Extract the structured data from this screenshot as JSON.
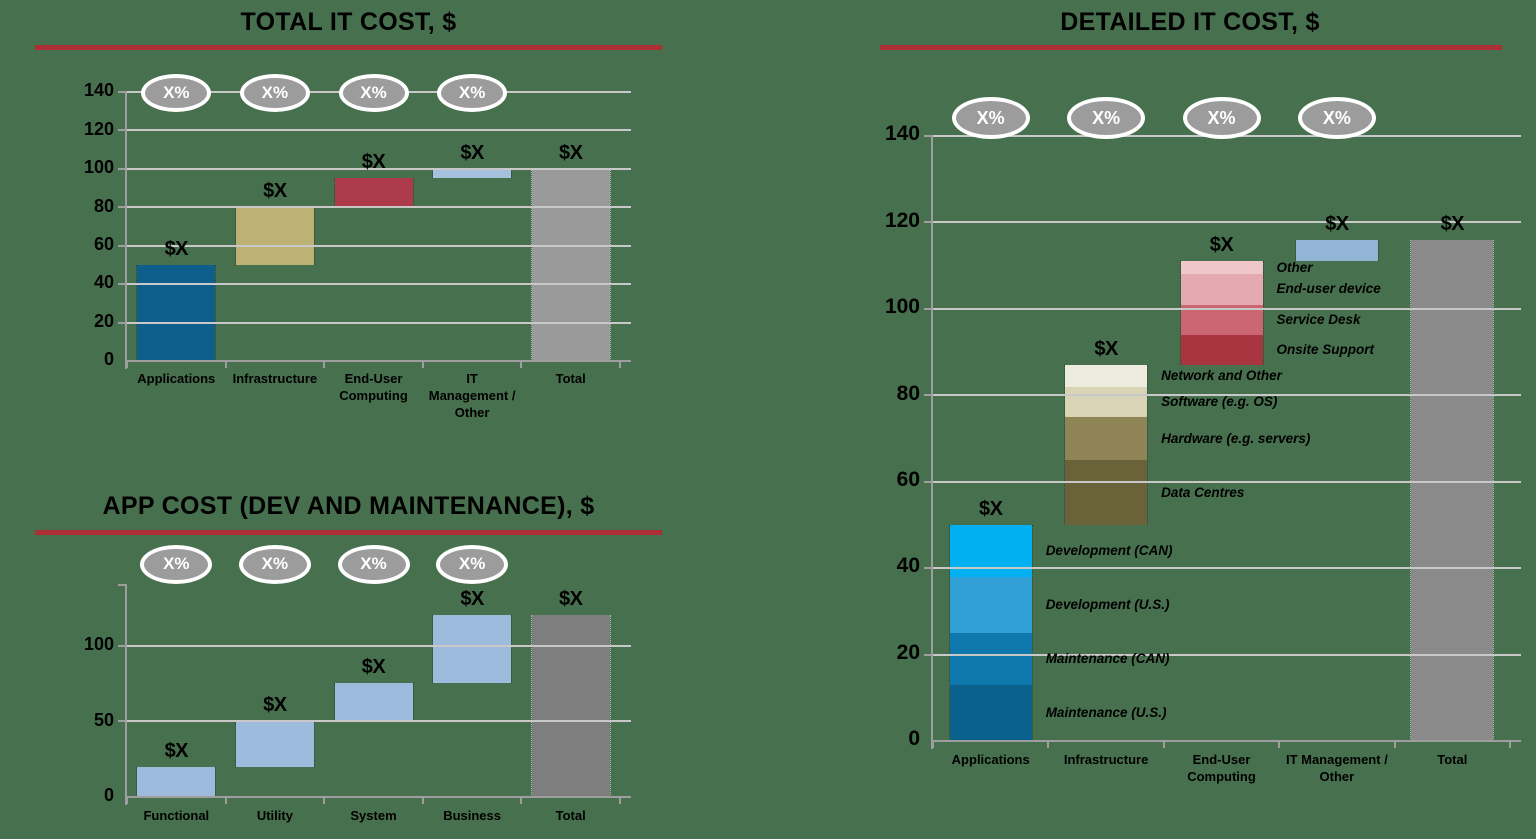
{
  "background_color": "#47704E",
  "accent_rule_color": "#AC2F36",
  "chart_style": {
    "gridline_color": "#C8C8C8",
    "axis_color": "#9E9E9E",
    "text_color": "#000000",
    "oval_fill": "#9C9C9C",
    "oval_border": "#FFFFFF",
    "oval_text_color": "#FFFFFF"
  },
  "chart_data": [
    {
      "type": "bar",
      "subtype": "waterfall",
      "title": "TOTAL IT COST, $",
      "ylim": [
        0,
        140
      ],
      "yticks": [
        0,
        20,
        40,
        60,
        80,
        100,
        120,
        140
      ],
      "grid": true,
      "legend": "none",
      "categories": [
        {
          "label": "Applications",
          "pct_oval": "X%",
          "value_label": "$X",
          "segments": [
            {
              "from": 0,
              "to": 50,
              "color": "#0E5E8C"
            }
          ]
        },
        {
          "label": "Infrastructure",
          "pct_oval": "X%",
          "value_label": "$X",
          "segments": [
            {
              "from": 50,
              "to": 80,
              "color": "#BDB273"
            }
          ]
        },
        {
          "label": "End-User\nComputing",
          "pct_oval": "X%",
          "value_label": "$X",
          "segments": [
            {
              "from": 80,
              "to": 95,
              "color": "#AE3B49"
            }
          ]
        },
        {
          "label": "IT\nManagement /\nOther",
          "pct_oval": "X%",
          "value_label": "$X",
          "segments": [
            {
              "from": 95,
              "to": 100,
              "color": "#A6C1DE"
            }
          ]
        },
        {
          "label": "Total",
          "is_total": true,
          "pct_oval": null,
          "value_label": "$X",
          "segments": [
            {
              "from": 0,
              "to": 100,
              "color": "#9A9A9A"
            }
          ]
        }
      ]
    },
    {
      "type": "bar",
      "subtype": "waterfall",
      "title": "APP COST (DEV AND MAINTENANCE), $",
      "ylim": [
        0,
        140
      ],
      "yticks": [
        0,
        50,
        100
      ],
      "grid": true,
      "legend": "none",
      "categories": [
        {
          "label": "Functional",
          "pct_oval": "X%",
          "value_label": "$X",
          "segments": [
            {
              "from": 0,
              "to": 20,
              "color": "#9DBBDC"
            }
          ]
        },
        {
          "label": "Utility",
          "pct_oval": "X%",
          "value_label": "$X",
          "segments": [
            {
              "from": 20,
              "to": 50,
              "color": "#9DBBDC"
            }
          ]
        },
        {
          "label": "System",
          "pct_oval": "X%",
          "value_label": "$X",
          "segments": [
            {
              "from": 50,
              "to": 75,
              "color": "#9DBBDC"
            }
          ]
        },
        {
          "label": "Business",
          "pct_oval": "X%",
          "value_label": "$X",
          "segments": [
            {
              "from": 75,
              "to": 120,
              "color": "#9DBBDC"
            }
          ]
        },
        {
          "label": "Total",
          "is_total": true,
          "pct_oval": null,
          "value_label": "$X",
          "segments": [
            {
              "from": 0,
              "to": 120,
              "color": "#7E7E7E"
            }
          ]
        }
      ]
    },
    {
      "type": "bar",
      "subtype": "stacked-waterfall",
      "title": "DETAILED IT COST, $",
      "ylim": [
        0,
        140
      ],
      "yticks": [
        0,
        20,
        40,
        60,
        80,
        100,
        120,
        140
      ],
      "grid": true,
      "legend": "segment labels right of each stack",
      "categories": [
        {
          "label": "Applications",
          "pct_oval": "X%",
          "value_label": "$X",
          "segments": [
            {
              "label": "Maintenance (U.S.)",
              "from": 0,
              "to": 13,
              "color": "#0A618D"
            },
            {
              "label": "Maintenance (CAN)",
              "from": 13,
              "to": 25,
              "color": "#0F79AE"
            },
            {
              "label": "Development (U.S.)",
              "from": 25,
              "to": 38,
              "color": "#2F9FD6"
            },
            {
              "label": "Development (CAN)",
              "from": 38,
              "to": 50,
              "color": "#00B0F0"
            }
          ]
        },
        {
          "label": "Infrastructure",
          "pct_oval": "X%",
          "value_label": "$X",
          "segments": [
            {
              "label": "Data Centres",
              "from": 50,
              "to": 65,
              "color": "#6A6238"
            },
            {
              "label": "Hardware (e.g. servers)",
              "from": 65,
              "to": 75,
              "color": "#8F8455"
            },
            {
              "label": "Software (e.g. OS)",
              "from": 75,
              "to": 82,
              "color": "#DAD4B6"
            },
            {
              "label": "Network and Other",
              "from": 82,
              "to": 87,
              "color": "#EEECDF"
            }
          ]
        },
        {
          "label": "End-User\nComputing",
          "pct_oval": "X%",
          "value_label": "$X",
          "segments": [
            {
              "label": "Onsite Support",
              "from": 87,
              "to": 94,
              "color": "#A93541"
            },
            {
              "label": "Service Desk",
              "from": 94,
              "to": 101,
              "color": "#CC6672"
            },
            {
              "label": "End-user device",
              "from": 101,
              "to": 108,
              "color": "#E5A9B1"
            },
            {
              "label": "Other",
              "from": 108,
              "to": 111,
              "color": "#EFC6CA"
            }
          ]
        },
        {
          "label": "IT Management /\nOther",
          "pct_oval": "X%",
          "value_label": "$X",
          "segments": [
            {
              "from": 111,
              "to": 116,
              "color": "#92B4D5"
            }
          ]
        },
        {
          "label": "Total",
          "is_total": true,
          "pct_oval": null,
          "value_label": "$X",
          "segments": [
            {
              "from": 0,
              "to": 116,
              "color": "#8A8A8A"
            }
          ]
        }
      ]
    }
  ]
}
